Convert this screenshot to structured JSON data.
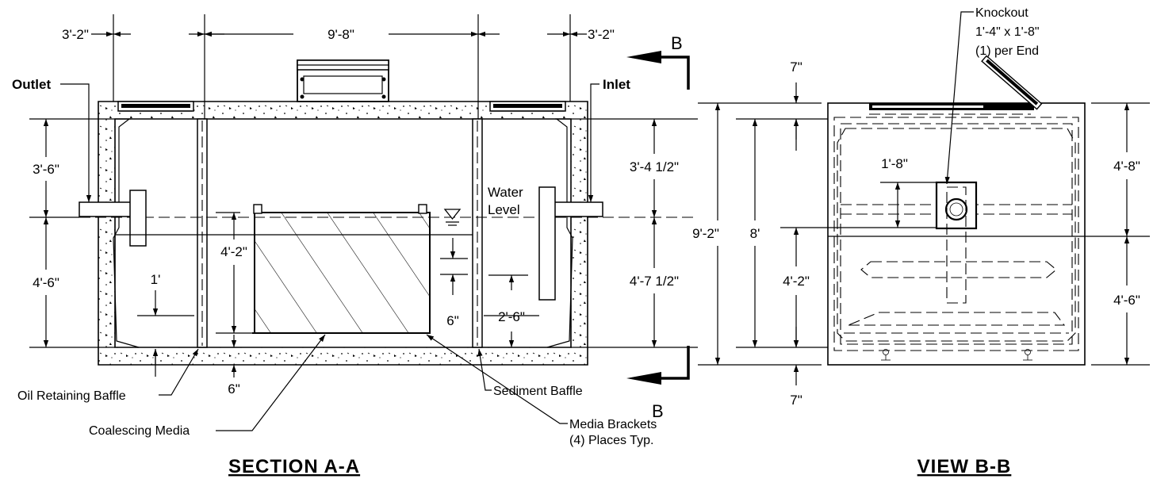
{
  "section_a": {
    "title": "SECTION A-A",
    "dims": {
      "left_end": "3'-2\"",
      "center": "9'-8\"",
      "right_end": "3'-2\"",
      "left_upper": "3'-6\"",
      "left_lower": "4'-6\"",
      "right_upper": "3'-4 1/2\"",
      "right_lower": "4'-7 1/2\"",
      "media_height": "4'-2\"",
      "one_ft": "1'",
      "six_in_media": "6\"",
      "two_six": "2'-6\"",
      "six_in_floor": "6\""
    },
    "labels": {
      "outlet": "Outlet",
      "inlet": "Inlet",
      "water_level_1": "Water",
      "water_level_2": "Level",
      "oil_baffle": "Oil Retaining Baffle",
      "coalescing_media": "Coalescing Media",
      "media_brackets_1": "Media Brackets",
      "media_brackets_2": "(4) Places Typ.",
      "sediment_baffle": "Sediment Baffle",
      "section_mark_top": "B",
      "section_mark_bottom": "B"
    }
  },
  "view_b": {
    "title": "VIEW B-B",
    "dims": {
      "top_7": "7\"",
      "bottom_7": "7\"",
      "overall": "9'-2\"",
      "inner": "8'",
      "knock_h": "1'-8\"",
      "lower_left": "4'-2\"",
      "right_upper": "4'-8\"",
      "right_lower": "4'-6\""
    },
    "labels": {
      "knockout_1": "Knockout",
      "knockout_2": "1'-4\" x 1'-8\"",
      "knockout_3": "(1) per End"
    }
  }
}
